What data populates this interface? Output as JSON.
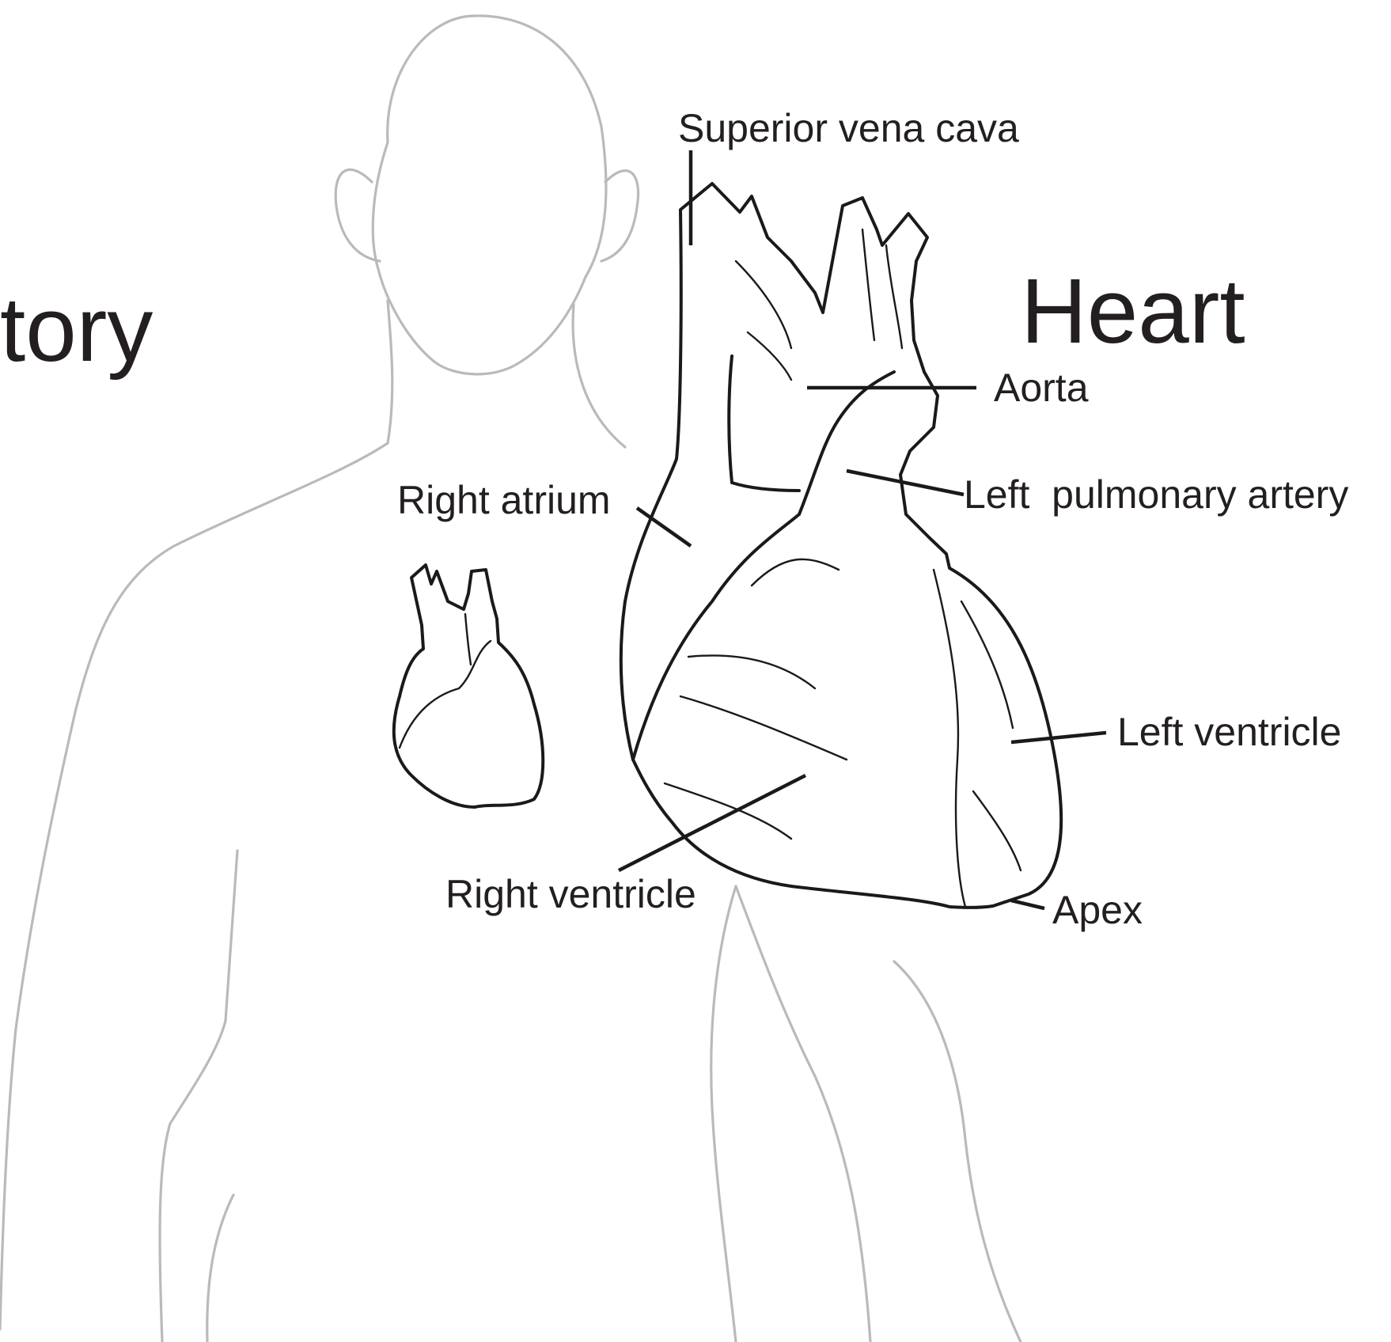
{
  "title_partial": "tory",
  "title": "Heart",
  "labels": {
    "superior_vena_cava": "Superior vena cava",
    "aorta": "Aorta",
    "right_atrium": "Right atrium",
    "left_pulmonary_artery": "Left  pulmonary artery",
    "left_ventricle": "Left ventricle",
    "right_ventricle": "Right ventricle",
    "apex": "Apex"
  },
  "colors": {
    "silhouette": "#b9babc",
    "heart_outline": "#1a1a1a",
    "text": "#231f20"
  }
}
